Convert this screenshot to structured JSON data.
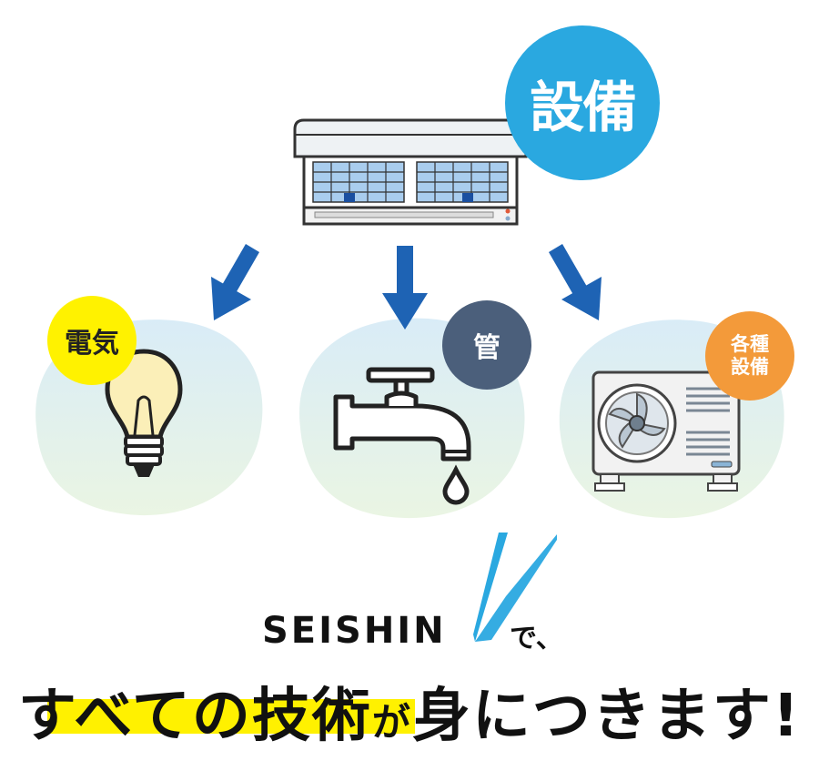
{
  "badges": {
    "main": "設備",
    "electric": "電気",
    "pipe": "管",
    "other_line1": "各種",
    "other_line2": "設備"
  },
  "brand": {
    "name": "SEISHIN",
    "suffix": "で、"
  },
  "headline": {
    "part1": "すべての",
    "part2": "技術",
    "part3": "が",
    "part4": "身につきます!"
  },
  "colors": {
    "main_badge": "#2aa8e0",
    "electric_badge": "#fff200",
    "pipe_badge": "#4b5f7b",
    "other_badge": "#f39a3a",
    "arrow": "#1e63b4",
    "highlight": "#fff100",
    "logo_accent": "#2aa8e0"
  },
  "icons": {
    "ac_indoor": "air-conditioner-icon",
    "bulb": "light-bulb-icon",
    "faucet": "faucet-icon",
    "outdoor_unit": "outdoor-unit-icon",
    "arrow": "arrow-down-icon"
  }
}
